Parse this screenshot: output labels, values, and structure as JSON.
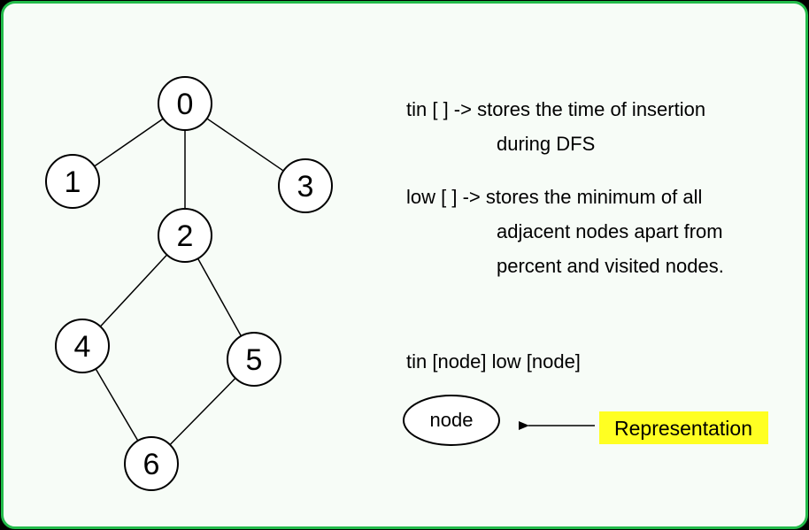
{
  "colors": {
    "frame_border": "#22bb4a",
    "panel_background": "#f7fcf7",
    "stroke": "#000000",
    "highlight": "#ffff22"
  },
  "graph": {
    "nodes": [
      {
        "id": "0",
        "label": "0"
      },
      {
        "id": "1",
        "label": "1"
      },
      {
        "id": "2",
        "label": "2"
      },
      {
        "id": "3",
        "label": "3"
      },
      {
        "id": "4",
        "label": "4"
      },
      {
        "id": "5",
        "label": "5"
      },
      {
        "id": "6",
        "label": "6"
      }
    ],
    "edges": [
      {
        "from": "0",
        "to": "1"
      },
      {
        "from": "0",
        "to": "2"
      },
      {
        "from": "0",
        "to": "3"
      },
      {
        "from": "2",
        "to": "4"
      },
      {
        "from": "2",
        "to": "5"
      },
      {
        "from": "4",
        "to": "6"
      },
      {
        "from": "5",
        "to": "6"
      }
    ]
  },
  "notes": {
    "tin_line1": "tin [ ] -> stores the time of insertion",
    "tin_line2": "during DFS",
    "low_line1": "low [ ] -> stores the minimum of all",
    "low_line2": "adjacent nodes apart from",
    "low_line3": "percent and visited nodes.",
    "format_line": "tin [node] low [node]"
  },
  "legend": {
    "node_label": "node",
    "representation_label": "Representation"
  }
}
